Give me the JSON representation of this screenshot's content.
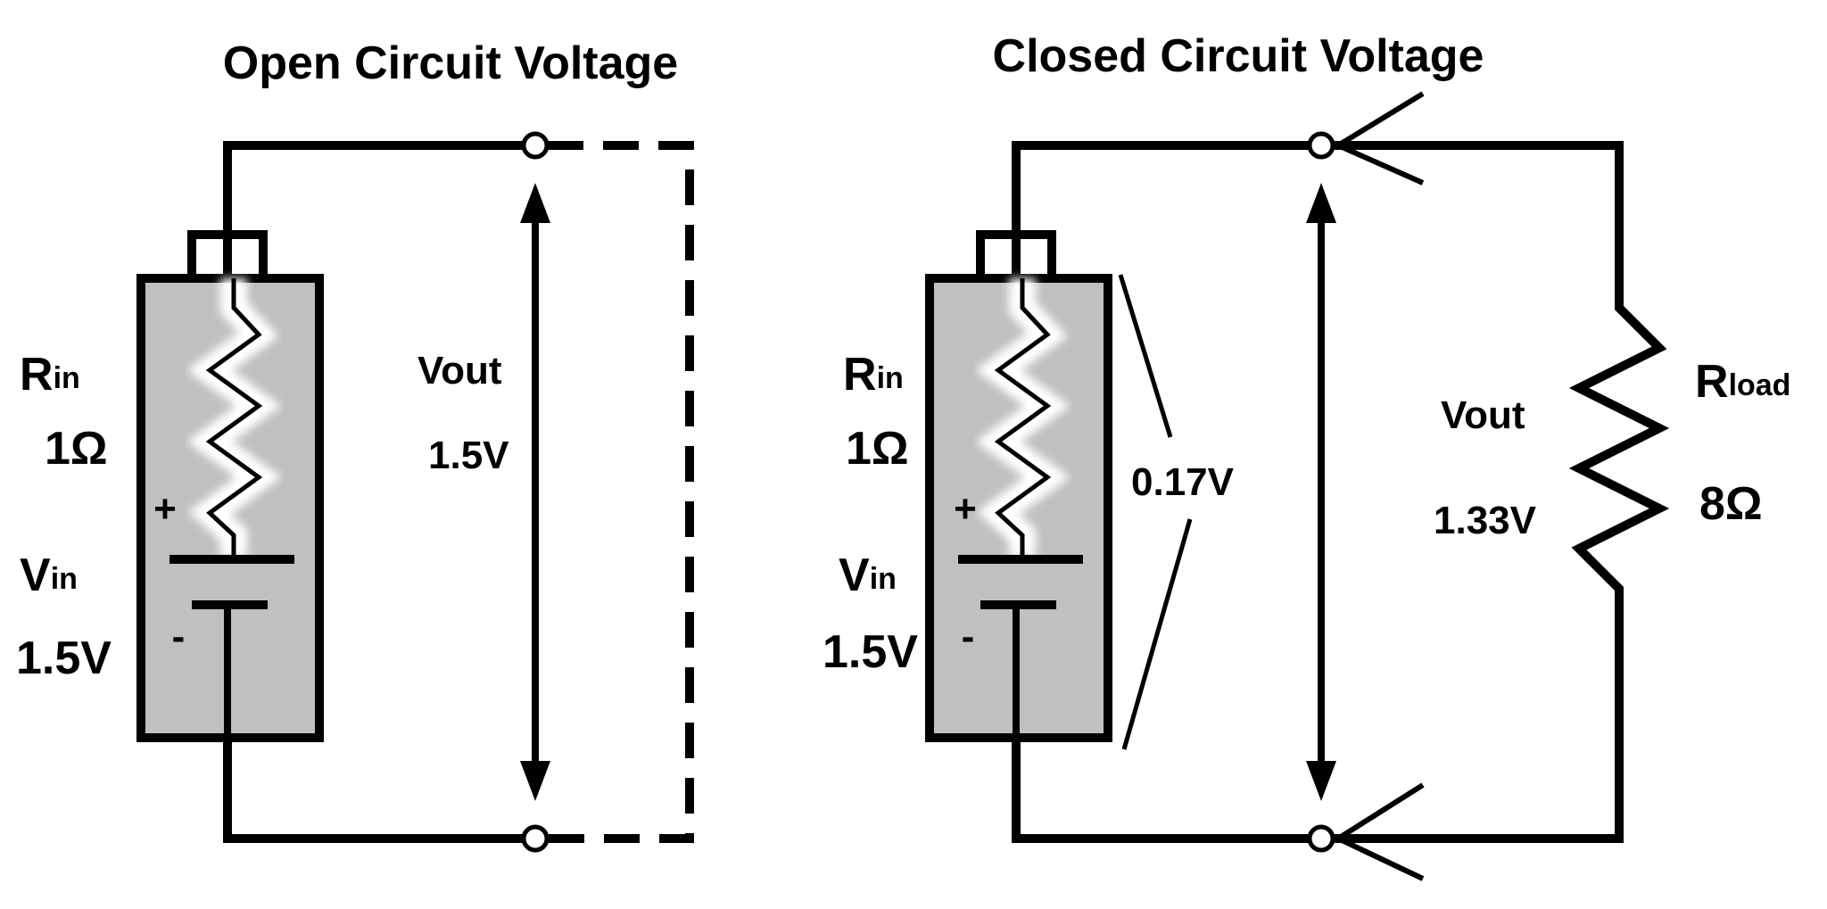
{
  "colors": {
    "line": "#000000",
    "battery_fill": "#c0c0c0",
    "background": "#ffffff"
  },
  "open_circuit": {
    "title": "Open Circuit Voltage",
    "rin_label": "R",
    "rin_sub": "in",
    "rin_value": "1Ω",
    "vin_label": "V",
    "vin_sub": "in",
    "vin_value": "1.5V",
    "plus": "+",
    "minus": "-",
    "vout_label": "Vout",
    "vout_value": "1.5V"
  },
  "closed_circuit": {
    "title": "Closed Circuit Voltage",
    "rin_label": "R",
    "rin_sub": "in",
    "rin_value": "1Ω",
    "vin_label": "V",
    "vin_sub": "in",
    "vin_value": "1.5V",
    "plus": "+",
    "minus": "-",
    "drop_value": "0.17V",
    "vout_label": "Vout",
    "vout_value": "1.33V",
    "rload_label": "R",
    "rload_sub": "load",
    "rload_value": "8Ω"
  }
}
